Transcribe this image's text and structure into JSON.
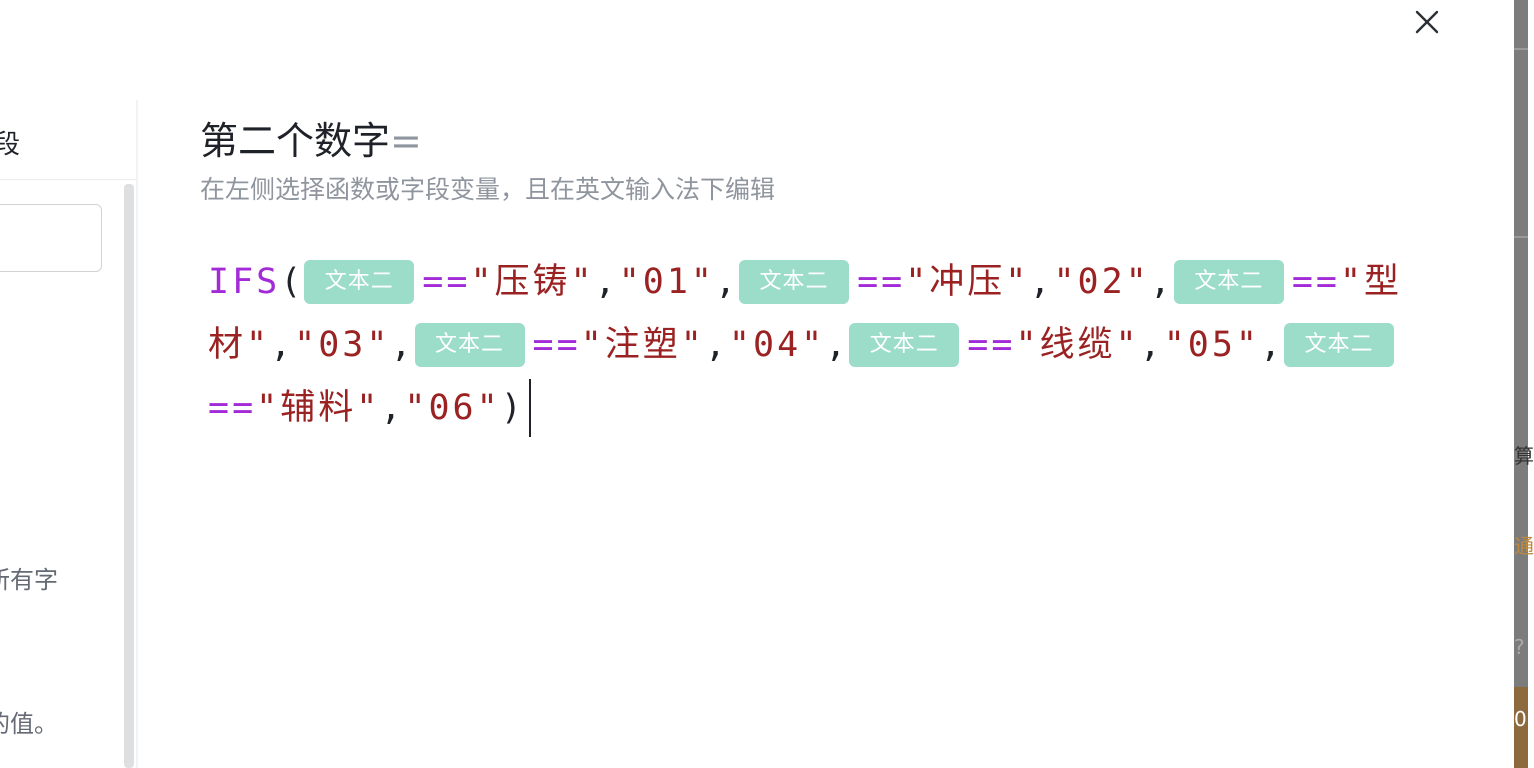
{
  "left_panel": {
    "tab_label": "段",
    "desc_line_1": "所有字",
    "desc_line_2": "的值。"
  },
  "editor": {
    "title": "第二个数字",
    "title_suffix": "=",
    "hint": "在左侧选择函数或字段变量，且在英文输入法下编辑",
    "formula": {
      "func": "IFS",
      "open_paren": "(",
      "close_paren": ")",
      "field_tag": "文本二",
      "op": "==",
      "comma": ",",
      "pairs": [
        {
          "cond": "\"压铸\"",
          "result": "\"01\""
        },
        {
          "cond": "\"冲压\"",
          "result": "\"02\""
        },
        {
          "cond": "\"型材\"",
          "result": "\"03\""
        },
        {
          "cond": "\"注塑\"",
          "result": "\"04\""
        },
        {
          "cond": "\"线缆\"",
          "result": "\"05\""
        },
        {
          "cond": "\"辅料\"",
          "result": "\"06\""
        }
      ]
    }
  },
  "background_fragments": {
    "frag_1": "算",
    "frag_2": "通",
    "frag_3": "?",
    "frag_4": "0"
  },
  "colors": {
    "function": "#a22ad7",
    "string": "#9a2222",
    "field_tag_bg": "#9bddc9"
  },
  "icons": {
    "close": "close-icon"
  }
}
